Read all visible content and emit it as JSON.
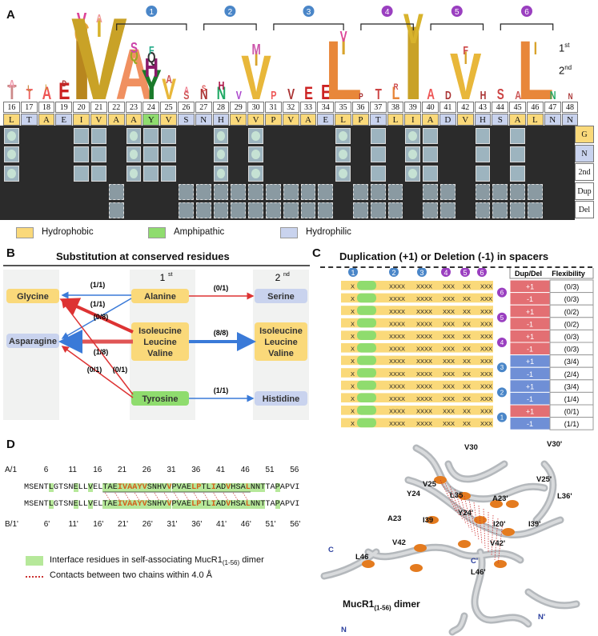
{
  "panelA": {
    "letter": "A",
    "groups": [
      "1",
      "2",
      "3",
      "4",
      "5",
      "6"
    ],
    "rank_first": "1st",
    "rank_second": "2nd",
    "positions": [
      "16",
      "17",
      "18",
      "19",
      "20",
      "21",
      "22",
      "23",
      "24",
      "25",
      "26",
      "27",
      "28",
      "29",
      "30",
      "31",
      "32",
      "33",
      "34",
      "35",
      "36",
      "37",
      "38",
      "39",
      "40",
      "41",
      "42",
      "43",
      "44",
      "45",
      "46",
      "47",
      "48"
    ],
    "residues": [
      "L",
      "T",
      "A",
      "E",
      "I",
      "V",
      "A",
      "A",
      "Y",
      "V",
      "S",
      "N",
      "H",
      "V",
      "V",
      "P",
      "V",
      "A",
      "E",
      "L",
      "P",
      "T",
      "L",
      "I",
      "A",
      "D",
      "V",
      "H",
      "S",
      "A",
      "L",
      "N",
      "N"
    ],
    "residue_class": [
      "h",
      "p",
      "h",
      "p",
      "h",
      "h",
      "h",
      "h",
      "a",
      "h",
      "p",
      "p",
      "p",
      "h",
      "h",
      "h",
      "h",
      "h",
      "p",
      "h",
      "h",
      "p",
      "h",
      "h",
      "h",
      "p",
      "h",
      "p",
      "p",
      "h",
      "h",
      "p",
      "p"
    ],
    "row_labels": [
      "G",
      "N",
      "2nd",
      "Dup",
      "Del"
    ],
    "legend": [
      {
        "label": "Hydrophobic",
        "color": "#fad97a"
      },
      {
        "label": "Amphipathic",
        "color": "#8fdc6e"
      },
      {
        "label": "Hydrophilic",
        "color": "#c9d3ee"
      }
    ]
  },
  "panelB": {
    "letter": "B",
    "title": "Substitution at conserved residues",
    "col_first": "1st",
    "col_second": "2nd",
    "left_nodes": [
      "Glycine",
      "Asparagine"
    ],
    "mid_nodes": [
      "Alanine",
      "Isoleucine\nLeucine\nValine",
      "Tyrosine"
    ],
    "right_nodes": [
      "Serine",
      "Isoleucine\nLeucine\nValine",
      "Histidine"
    ],
    "edge_labels": [
      "(0/1)",
      "(1/1)",
      "(1/1)",
      "(0/8)",
      "(8/8)",
      "(1/8)",
      "(0/1)",
      "(0/1)",
      "(1/1)"
    ]
  },
  "panelC": {
    "letter": "C",
    "title": "Duplication (+1) or Deletion (-1) in spacers",
    "col_headers": [
      "Dup/Del",
      "Flexibility"
    ],
    "rows": [
      {
        "group": "6",
        "dupdel": "+1",
        "flex": "(0/3)",
        "type": "red"
      },
      {
        "group": "",
        "dupdel": "-1",
        "flex": "(0/3)",
        "type": "red"
      },
      {
        "group": "5",
        "dupdel": "+1",
        "flex": "(0/2)",
        "type": "red"
      },
      {
        "group": "",
        "dupdel": "-1",
        "flex": "(0/2)",
        "type": "red"
      },
      {
        "group": "4",
        "dupdel": "+1",
        "flex": "(0/3)",
        "type": "red"
      },
      {
        "group": "",
        "dupdel": "-1",
        "flex": "(0/3)",
        "type": "red"
      },
      {
        "group": "3",
        "dupdel": "+1",
        "flex": "(3/4)",
        "type": "blue"
      },
      {
        "group": "",
        "dupdel": "-1",
        "flex": "(2/4)",
        "type": "blue"
      },
      {
        "group": "2",
        "dupdel": "+1",
        "flex": "(3/4)",
        "type": "blue"
      },
      {
        "group": "",
        "dupdel": "-1",
        "flex": "(1/4)",
        "type": "blue"
      },
      {
        "group": "1",
        "dupdel": "+1",
        "flex": "(0/1)",
        "type": "red"
      },
      {
        "group": "",
        "dupdel": "-1",
        "flex": "(1/1)",
        "type": "blue"
      }
    ]
  },
  "panelD": {
    "letter": "D",
    "chainA_label": "A/1",
    "chainB_label": "B/1'",
    "top_ticks": [
      "6",
      "11",
      "16",
      "21",
      "26",
      "31",
      "36",
      "41",
      "46",
      "51",
      "56"
    ],
    "bottom_ticks": [
      "6'",
      "11'",
      "16'",
      "21'",
      "26'",
      "31'",
      "36'",
      "41'",
      "46'",
      "51'",
      "56'"
    ],
    "seqA": "MSENTLGTSNELLVELTAEIVAAYVSNHVVPVAELPTLIADVHSALNNTTAPAPVI",
    "seqB": "MSENTLGTSNELLVELTAEIVAAYVSNHVVPVAELPTLIADVHSALNNTTAPAPVI",
    "legend_green": "Interface residues in self-associating MucR1",
    "legend_green_sub": "(1-56)",
    "legend_green_tail": " dimer",
    "legend_red": "Contacts between two chains within 4.0 Å",
    "structure_title": "MucR1",
    "structure_sub": "(1-56)",
    "structure_tail": " dimer",
    "labels": [
      "V30",
      "V30'",
      "V25'",
      "Y24",
      "V25",
      "L35",
      "A23'",
      "L36'",
      "A23",
      "I39",
      "I20'",
      "I39'",
      "V42",
      "Y24'",
      "V42'",
      "L46",
      "C'",
      "L46'",
      "C",
      "N",
      "N'"
    ]
  }
}
